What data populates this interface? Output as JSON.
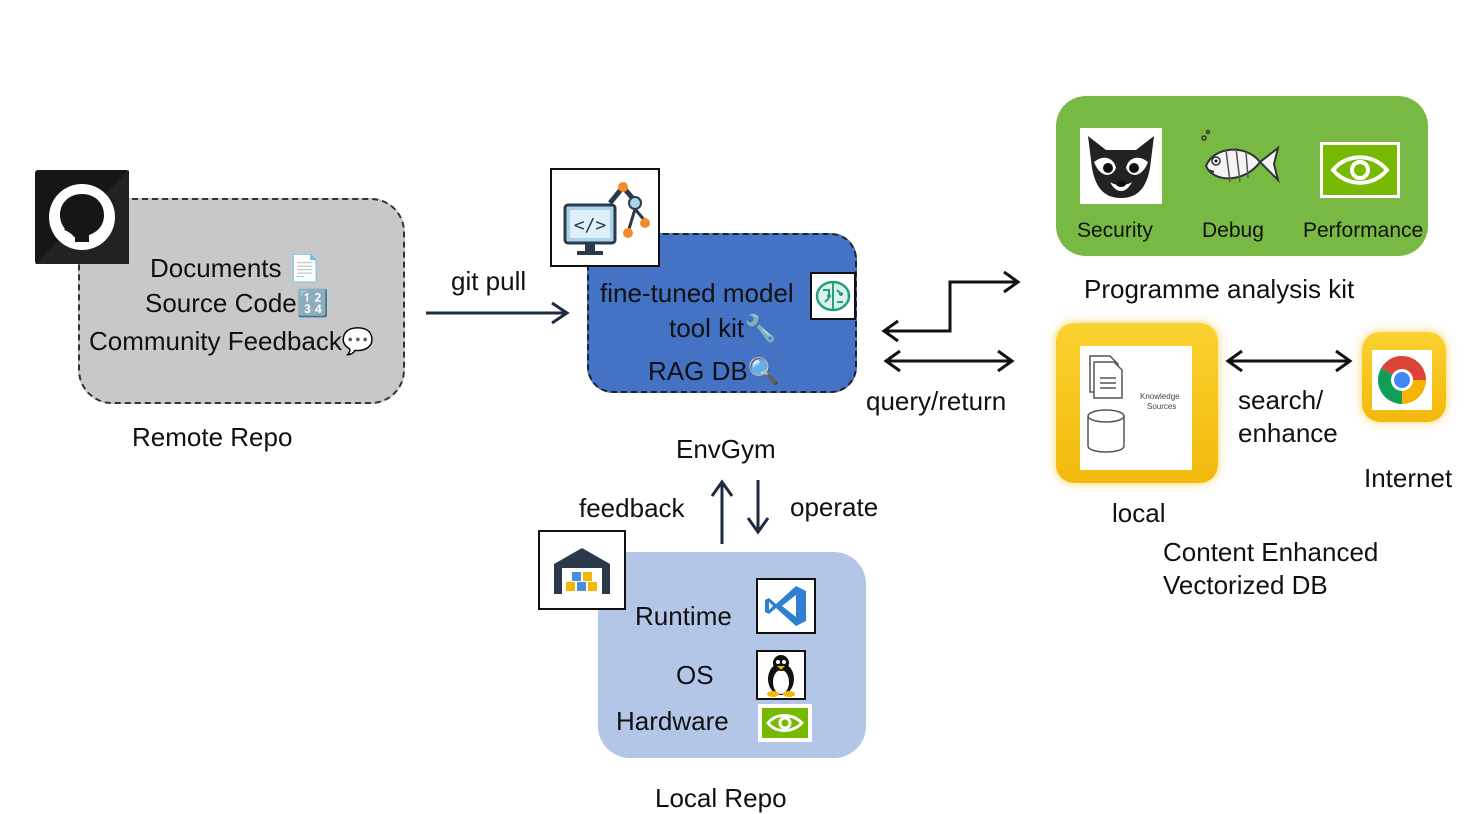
{
  "remote_repo": {
    "items": [
      "Documents 📄",
      "Source Code🔢",
      "Community Feedback💬"
    ],
    "caption": "Remote Repo"
  },
  "git_pull_label": "git pull",
  "envgym": {
    "items": [
      "fine-tuned model",
      "tool kit🔧",
      "RAG DB🔍"
    ],
    "caption": "EnvGym"
  },
  "feedback_label": "feedback",
  "operate_label": "operate",
  "local_repo": {
    "items": [
      "Runtime",
      "OS",
      "Hardware"
    ],
    "caption": "Local Repo"
  },
  "query_return_label": "query/return",
  "analysis_kit": {
    "items": [
      "Security",
      "Debug",
      "Performance"
    ],
    "caption": "Programme analysis kit"
  },
  "knowledge": {
    "inner_text": [
      "Knowledge",
      "Sources"
    ],
    "local_label": "local",
    "caption_lines": [
      "Content  Enhanced",
      "Vectorized DB"
    ]
  },
  "search_enhance": [
    "search/",
    "enhance"
  ],
  "internet_label": "Internet",
  "colors": {
    "remote_fill": "#c8c8c8",
    "envgym_fill": "#4472c4",
    "kit_fill": "#78b944",
    "local_fill": "#b4c6e7",
    "gold": "#f7c51a",
    "arrow": "#1f2a44"
  }
}
